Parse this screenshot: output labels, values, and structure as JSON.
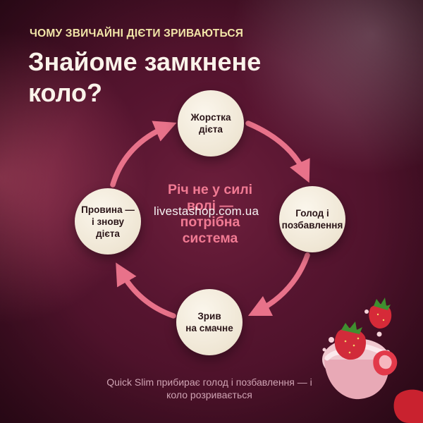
{
  "kicker": "ЧОМУ ЗВИЧАЙНІ ДІЄТИ ЗРИВАЮТЬСЯ",
  "headline": "Знайоме замкнене коло?",
  "cycle": {
    "top": "Жорстка\nдієта",
    "right": "Голод і\nпозбавлення",
    "bottom": "Зрив\nна смачне",
    "left": "Провина —\nі знову\nдієта"
  },
  "center_text": "Річ не у силі волі — потрібна система",
  "watermark": "livestashop.com.ua",
  "footer": "Quick Slim прибирає голод і позбавлення — і коло розривається",
  "colors": {
    "accent_pink": "#f17a93",
    "kicker_yellow": "#f2e6a8",
    "headline_cream": "#faf3ea",
    "background": "#571530"
  },
  "icons": [
    "arrow-icon",
    "strawberry-icon",
    "yogurt-splash-icon"
  ]
}
